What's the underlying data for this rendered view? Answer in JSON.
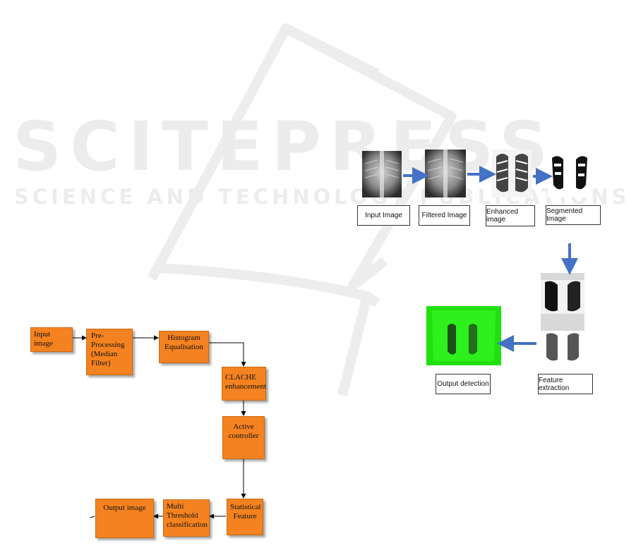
{
  "watermark": {
    "title": "SCITEPRESS",
    "subtitle": "SCIENCE AND TECHNOLOGY PUBLICATIONS"
  },
  "flowchart": {
    "input_image": "Input image",
    "pre_processing": "Pre-Processing (Median Filter)",
    "histogram": "Histogram Equalisation",
    "clahe": "CLACHE enhancement",
    "active_controller": "Active controller",
    "statistical_feature": "Statistical Feature",
    "multi_threshold": "Multi Threshold classification",
    "output_image": "Output image"
  },
  "pipeline": {
    "input_image": "Input Image",
    "filtered_image": "Filtered Image",
    "enhanced_image": "Enhanced image",
    "segmented_image": "Segmented Image",
    "feature_extraction": "Feature extraction",
    "output_detection": "Output detection"
  },
  "colors": {
    "box_fill": "#f58220",
    "arrow_blue": "#4472c4",
    "detection_green": "#22e010"
  }
}
